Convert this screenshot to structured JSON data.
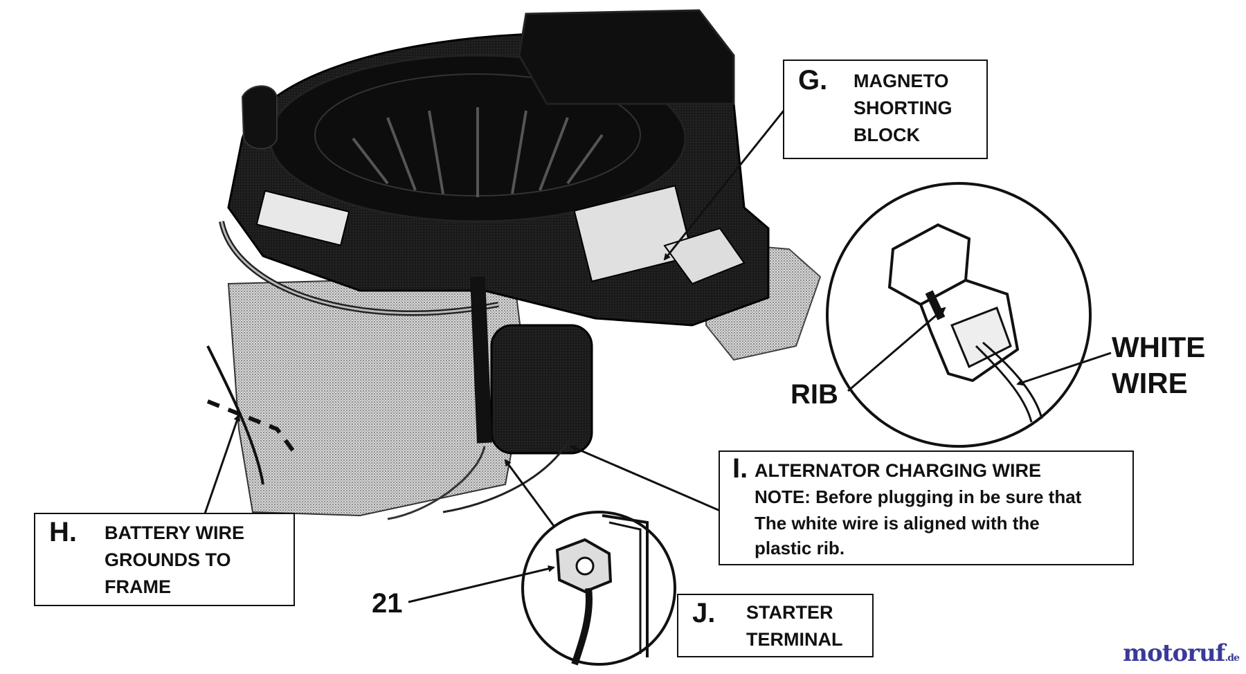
{
  "callouts": {
    "g": {
      "letter": "G.",
      "lines": [
        "MAGNETO",
        "SHORTING",
        "BLOCK"
      ]
    },
    "h": {
      "letter": "H.",
      "lines": [
        "BATTERY WIRE",
        "GROUNDS TO",
        "FRAME"
      ]
    },
    "i": {
      "letter": "I.",
      "lines": [
        "ALTERNATOR CHARGING WIRE",
        "NOTE: Before plugging in be sure that",
        "The white wire is aligned with the",
        "plastic rib."
      ]
    },
    "j": {
      "letter": "J.",
      "lines": [
        "STARTER",
        "TERMINAL"
      ]
    }
  },
  "labels": {
    "rib": "RIB",
    "white_wire": [
      "WHITE",
      "WIRE"
    ],
    "part_21": "21"
  },
  "watermark": {
    "brand": "motoruf",
    "suffix": ".de"
  },
  "colors": {
    "ink": "#111111",
    "watermark_blue": "#3a3a99",
    "watermark_gold": "#c8a040"
  }
}
